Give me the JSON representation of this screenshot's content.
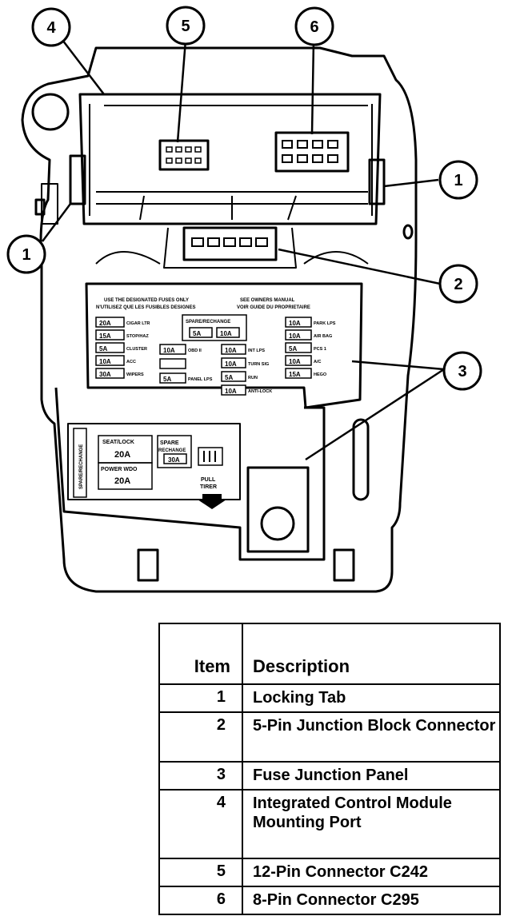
{
  "callouts": [
    "4",
    "5",
    "6",
    "1",
    "1",
    "2",
    "3"
  ],
  "connectors": {
    "five_pin_count": 5
  },
  "fuse_panel": {
    "header_line1": "USE THE DESIGNATED FUSES ONLY",
    "header_line2": "N'UTILISEZ QUE LES FUSIBLES DESIGNES",
    "header_right1": "SEE OWNERS MANUAL",
    "header_right2": "VOIR GUIDE DU PROPRIETAIRE",
    "spare_header": "SPARE/RECHANGE",
    "left_col": [
      {
        "amp": "20A",
        "label": "CIGAR LTR"
      },
      {
        "amp": "15A",
        "label": "STOP/HAZ"
      },
      {
        "amp": "5A",
        "label": "CLUSTER"
      },
      {
        "amp": "10A",
        "label": "ACC"
      },
      {
        "amp": "30A",
        "label": "WIPERS"
      }
    ],
    "mid_left": [
      {
        "amp": "10A",
        "label": "OBD II"
      },
      {
        "amp": "",
        "label": ""
      },
      {
        "amp": "5A",
        "label": "PANEL LPS"
      }
    ],
    "spare_fuses": [
      "5A",
      "10A"
    ],
    "mid_right": [
      {
        "amp": "10A",
        "label": "INT LPS"
      },
      {
        "amp": "10A",
        "label": "TURN SIG"
      },
      {
        "amp": "5A",
        "label": "RUN"
      },
      {
        "amp": "10A",
        "label": "ANTI-LOCK"
      }
    ],
    "right_col": [
      {
        "amp": "10A",
        "label": "PARK LPS"
      },
      {
        "amp": "10A",
        "label": "AIR BAG"
      },
      {
        "amp": "5A",
        "label": "PCS 1"
      },
      {
        "amp": "10A",
        "label": "A/C"
      },
      {
        "amp": "15A",
        "label": "HEGO"
      }
    ]
  },
  "lower_panel": {
    "side_label": "SPARE/RECHANGE",
    "seat_lock_label": "SEAT/LOCK",
    "seat_lock_amp": "20A",
    "power_wdo_label": "POWER WDO",
    "power_wdo_amp": "20A",
    "spare_label": "SPARE",
    "spare_label2": "RECHANGE",
    "spare_amp": "30A",
    "pull_label": "PULL",
    "pull_label2": "TIRER"
  },
  "legend": {
    "header_item": "Item",
    "header_desc": "Description",
    "rows": [
      {
        "item": "1",
        "desc": "Locking Tab"
      },
      {
        "item": "2",
        "desc": "5-Pin Junction Block Connector"
      },
      {
        "item": "3",
        "desc": "Fuse Junction Panel"
      },
      {
        "item": "4",
        "desc": "Integrated Control Module Mounting Port"
      },
      {
        "item": "5",
        "desc": "12-Pin Connector C242"
      },
      {
        "item": "6",
        "desc": "8-Pin Connector C295"
      }
    ]
  }
}
